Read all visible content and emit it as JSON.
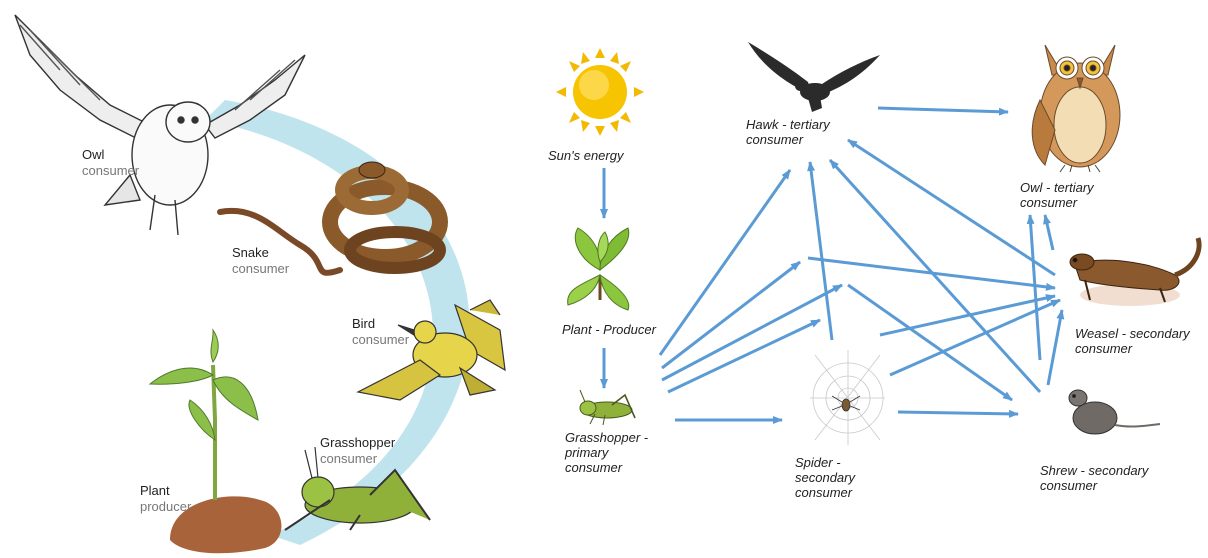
{
  "left_chain": {
    "owl": {
      "name": "Owl",
      "role": "consumer"
    },
    "snake": {
      "name": "Snake",
      "role": "consumer"
    },
    "bird": {
      "name": "Bird",
      "role": "consumer"
    },
    "grasshopper": {
      "name": "Grasshopper",
      "role": "consumer"
    },
    "plant": {
      "name": "Plant",
      "role": "producer"
    }
  },
  "web": {
    "sun": [
      "Sun's energy"
    ],
    "plant": [
      "Plant - Producer"
    ],
    "grasshopper": [
      "Grasshopper -",
      "primary",
      "consumer"
    ],
    "hawk": [
      "Hawk - tertiary",
      "consumer"
    ],
    "spider": [
      "Spider -",
      "secondary",
      "consumer"
    ],
    "owl": [
      "Owl - tertiary",
      "consumer"
    ],
    "weasel": [
      "Weasel - secondary",
      "consumer"
    ],
    "shrew": [
      "Shrew - secondary",
      "consumer"
    ]
  },
  "colors": {
    "arrow": "#5b9bd5",
    "arc": "#bfe4ee",
    "sun": "#f6c400",
    "leaf": "#8cc63f",
    "grasshopper": "#8fb13a"
  }
}
